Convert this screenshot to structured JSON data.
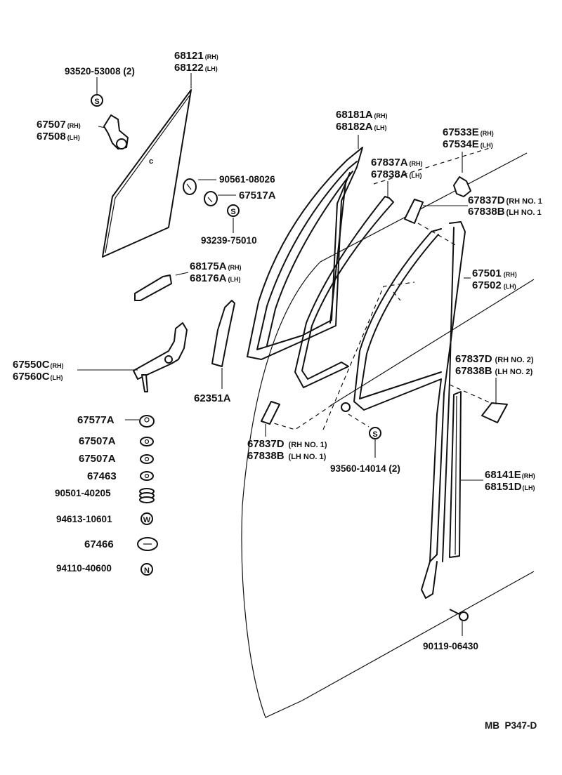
{
  "diagram_code": "MB  P347-D",
  "parts": {
    "p93520": {
      "number": "93520-53008",
      "qty": "(2)"
    },
    "p68121": {
      "number": "68121",
      "side": "(RH)"
    },
    "p68122": {
      "number": "68122",
      "side": "(LH)"
    },
    "p67507rh": {
      "number": "67507",
      "side": "(RH)"
    },
    "p67508": {
      "number": "67508",
      "side": "(LH)"
    },
    "p90561": {
      "number": "90561-08026"
    },
    "p67517": {
      "number": "67517A"
    },
    "p93239": {
      "number": "93239-75010"
    },
    "p68181": {
      "number": "68181A",
      "side": "(RH)"
    },
    "p68182": {
      "number": "68182A",
      "side": "(LH)"
    },
    "p67837a": {
      "number": "67837A",
      "side": "(RH)"
    },
    "p67838a": {
      "number": "67838A",
      "side": "(LH)"
    },
    "p67533": {
      "number": "67533E",
      "side": "(RH)"
    },
    "p67534": {
      "number": "67534E",
      "side": "(LH)"
    },
    "p67837d_top": {
      "number": "67837D",
      "side": "(RH NO. 1"
    },
    "p67838b_top": {
      "number": "67838B",
      "side": "(LH NO. 1"
    },
    "p68175": {
      "number": "68175A",
      "side": "(RH)"
    },
    "p68176": {
      "number": "68176A",
      "side": "(LH)"
    },
    "p67501": {
      "number": "67501",
      "side": "(RH)"
    },
    "p67502": {
      "number": "67502",
      "side": "(LH)"
    },
    "p67550": {
      "number": "67550C",
      "side": "(RH)"
    },
    "p67560": {
      "number": "67560C",
      "side": "(LH)"
    },
    "p62351": {
      "number": "62351A"
    },
    "p67837d_no2": {
      "number": "67837D",
      "side": "(RH  NO. 2)"
    },
    "p67838b_no2": {
      "number": "67838B",
      "side": "(LH  NO. 2)"
    },
    "p67577": {
      "number": "67577A"
    },
    "p67507a1": {
      "number": "67507A"
    },
    "p67507a2": {
      "number": "67507A"
    },
    "p67463": {
      "number": "67463"
    },
    "p90501": {
      "number": "90501-40205"
    },
    "p94613": {
      "number": "94613-10601"
    },
    "p67466": {
      "number": "67466"
    },
    "p94110": {
      "number": "94110-40600"
    },
    "p67837d_no1": {
      "number": "67837D",
      "side": "(RH NO. 1)"
    },
    "p67838b_no1": {
      "number": "67838B",
      "side": "(LH NO. 1)"
    },
    "p93560": {
      "number": "93560-14014",
      "qty": "(2)"
    },
    "p68141": {
      "number": "68141E",
      "side": "(RH)"
    },
    "p68151": {
      "number": "68151D",
      "side": "(LH)"
    },
    "p90119": {
      "number": "90119-06430"
    }
  },
  "symbols": {
    "screw": "S",
    "washer": "W",
    "nut": "N",
    "clip_mark": "c"
  }
}
